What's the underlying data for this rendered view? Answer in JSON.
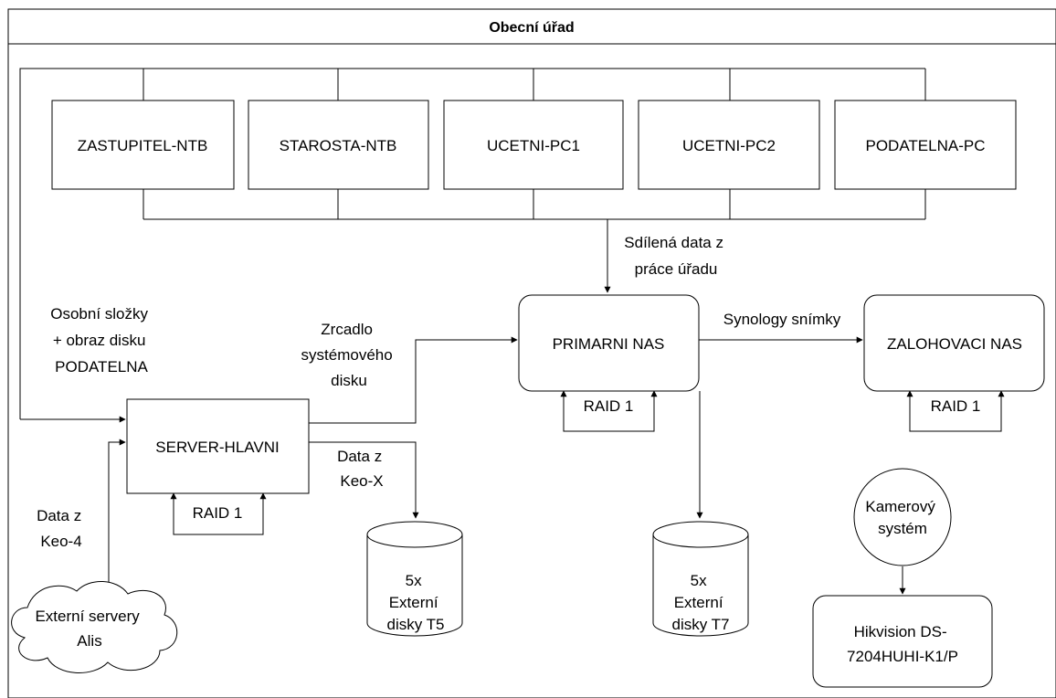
{
  "container": {
    "title": "Obecní úřad"
  },
  "clients": [
    {
      "id": "zastupitel",
      "label": "ZASTUPITEL-NTB"
    },
    {
      "id": "starosta",
      "label": "STAROSTA-NTB"
    },
    {
      "id": "ucetni1",
      "label": "UCETNI-PC1"
    },
    {
      "id": "ucetni2",
      "label": "UCETNI-PC2"
    },
    {
      "id": "podatelna",
      "label": "PODATELNA-PC"
    }
  ],
  "nodes": {
    "server": {
      "label": "SERVER-HLAVNI",
      "raid": "RAID 1"
    },
    "primary_nas": {
      "label": "PRIMARNI NAS",
      "raid": "RAID 1"
    },
    "backup_nas": {
      "label": "ZALOHOVACI NAS",
      "raid": "RAID 1"
    },
    "external_servers": {
      "lines": [
        "Externí servery",
        "Alis"
      ]
    },
    "disks_t5": {
      "lines": [
        "5x",
        "Externí",
        "disky T5"
      ]
    },
    "disks_t7": {
      "lines": [
        "5x",
        "Externí",
        "disky T7"
      ]
    },
    "camera": {
      "lines": [
        "Kamerový",
        "systém"
      ]
    },
    "nvr": {
      "lines": [
        "Hikvision DS-",
        "7204HUHI-K1/P"
      ]
    }
  },
  "edge_labels": {
    "shared_data": [
      "Sdílená data z",
      "práce úřadu"
    ],
    "personal_folders": [
      "Osobní složky",
      "+ obraz disku",
      "PODATELNA"
    ],
    "system_mirror": [
      "Zrcadlo",
      "systémového",
      "disku"
    ],
    "snapshots": [
      "Synology snímky"
    ],
    "keo_x": [
      "Data z",
      "Keo-X"
    ],
    "keo_4": [
      "Data z",
      "Keo-4"
    ]
  }
}
